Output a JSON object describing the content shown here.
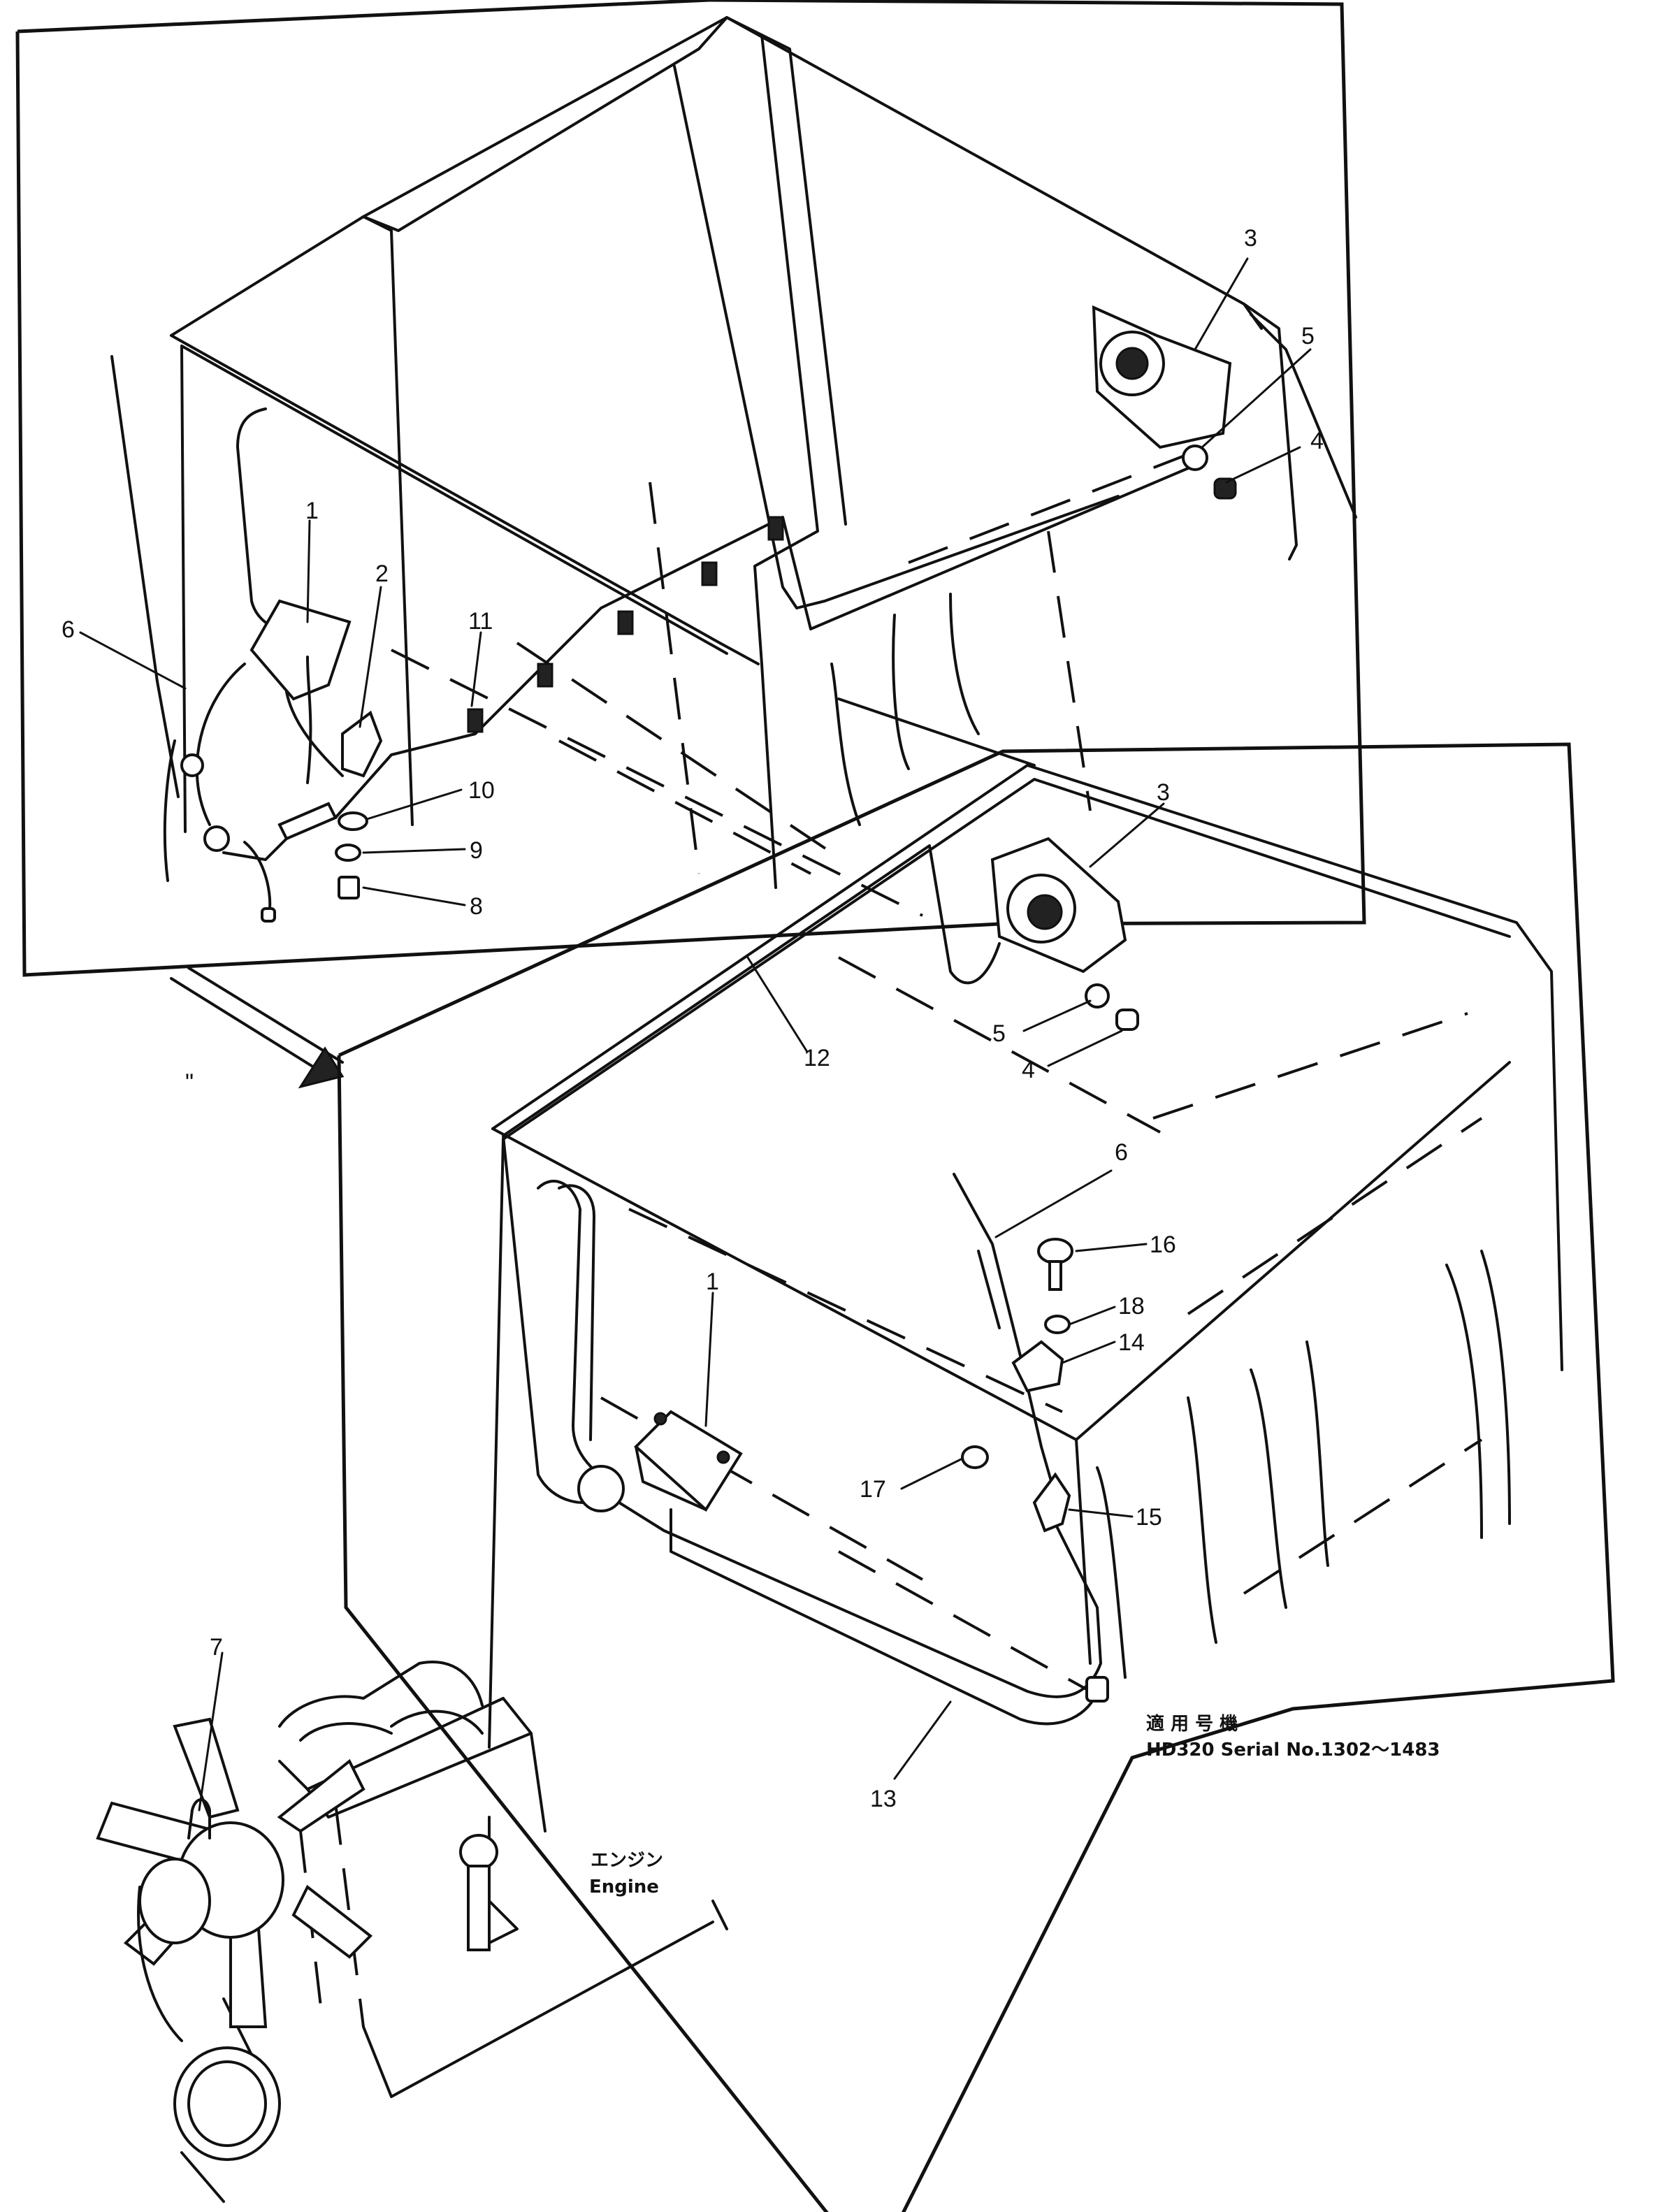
{
  "callouts": {
    "top": {
      "c3": "3",
      "c5": "5",
      "c4": "4",
      "c2": "2",
      "c6": "6",
      "c1": "1",
      "c11": "11",
      "c10": "10",
      "c9": "9",
      "c8": "8"
    },
    "middle": {
      "c3": "3",
      "c5": "5",
      "c4": "4",
      "c12": "12",
      "c6": "6",
      "c16": "16",
      "c18": "18",
      "c14": "14",
      "c1": "1",
      "c17": "17",
      "c15": "15",
      "c13": "13"
    },
    "bottom": {
      "c7": "7"
    }
  },
  "labels": {
    "serial_jp": "適 用 号 機",
    "serial_en": "HD320 Serial No.1302～1483",
    "engine_jp": "エンジン",
    "engine_en": "Engine",
    "detail_mark": "\""
  }
}
